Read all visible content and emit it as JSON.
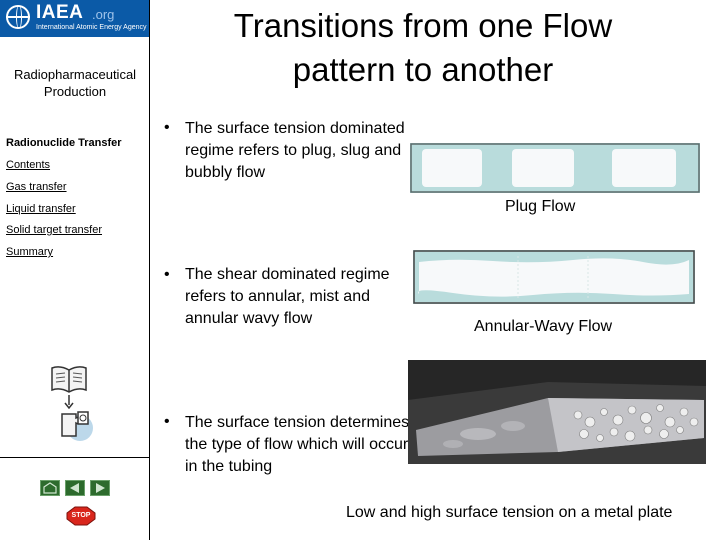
{
  "sidebar": {
    "logo": {
      "name": "IAEA",
      "org": ".org",
      "subtitle": "International Atomic Energy Agency"
    },
    "section_title": "Radiopharmaceutical Production",
    "module_title": "Radionuclide Transfer",
    "nav_links": [
      "Contents",
      "Gas transfer",
      "Liquid transfer",
      "Solid target transfer",
      "Summary"
    ],
    "stop_label": "STOP",
    "icons": [
      "book-icon",
      "puzzle-icon",
      "home-icon",
      "back-arrow-icon",
      "forward-arrow-icon",
      "stop-icon"
    ]
  },
  "main": {
    "title": "Transitions from one Flow pattern to another",
    "bullet_marker": "•",
    "bullets": [
      "The surface tension dominated regime refers to plug, slug and bubbly flow",
      "The shear dominated regime refers to annular, mist and annular wavy flow",
      "The surface tension determines the type of flow which will occur in the tubing"
    ],
    "captions": {
      "plug_flow": "Plug Flow",
      "annular_wavy": "Annular-Wavy Flow",
      "metal_plate": "Low and high surface tension on a metal plate"
    }
  },
  "colors": {
    "logo_blue": "#0b5aa7",
    "nav_green": "#2d6b2d",
    "flow_fill": "#b9dcdc",
    "stop_red": "#d9261c"
  }
}
